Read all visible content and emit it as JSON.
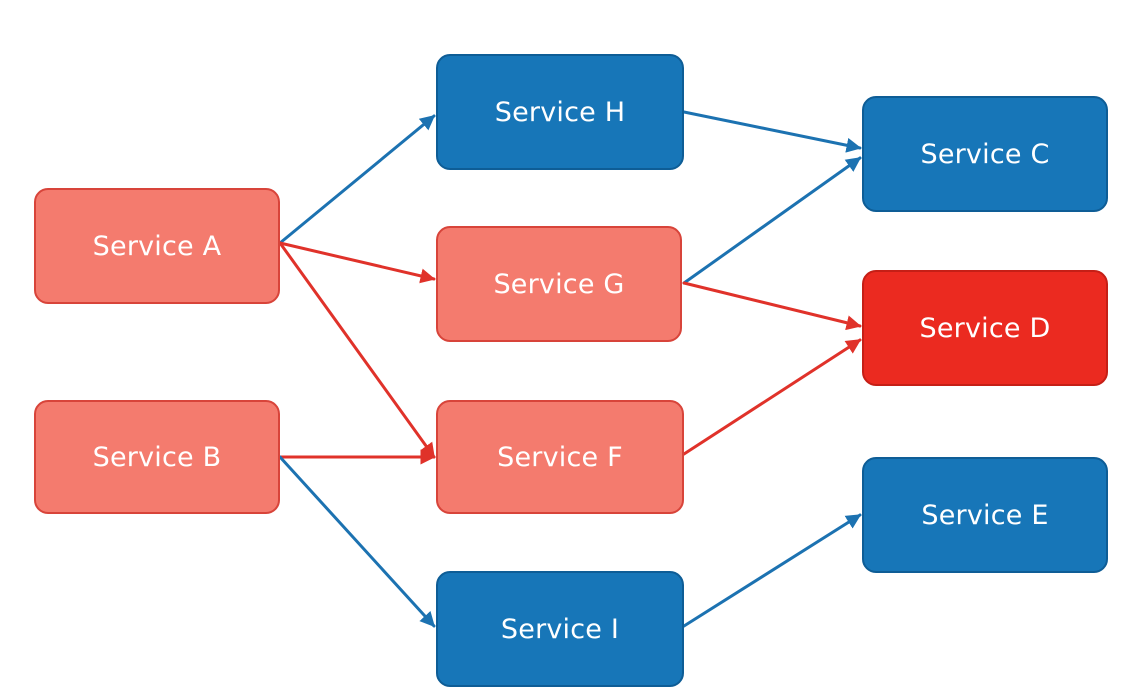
{
  "colors": {
    "healthy_fill": "#1776b8",
    "healthy_border": "#0e5d96",
    "degraded_fill": "#f47b6e",
    "degraded_border": "#d8443a",
    "failed_fill": "#eb2a20",
    "failed_border": "#c51f16",
    "healthy_edge": "#1c72b1",
    "failing_edge": "#e0322a"
  },
  "nodes": [
    {
      "id": "A",
      "label": "Service A",
      "status": "degraded"
    },
    {
      "id": "B",
      "label": "Service B",
      "status": "degraded"
    },
    {
      "id": "H",
      "label": "Service H",
      "status": "healthy"
    },
    {
      "id": "G",
      "label": "Service G",
      "status": "degraded"
    },
    {
      "id": "F",
      "label": "Service F",
      "status": "degraded"
    },
    {
      "id": "I",
      "label": "Service I",
      "status": "healthy"
    },
    {
      "id": "C",
      "label": "Service C",
      "status": "healthy"
    },
    {
      "id": "D",
      "label": "Service D",
      "status": "failed"
    },
    {
      "id": "E",
      "label": "Service E",
      "status": "healthy"
    }
  ],
  "edges": [
    {
      "from": "A",
      "to": "H",
      "status": "healthy"
    },
    {
      "from": "A",
      "to": "G",
      "status": "failing"
    },
    {
      "from": "A",
      "to": "F",
      "status": "failing"
    },
    {
      "from": "B",
      "to": "F",
      "status": "failing"
    },
    {
      "from": "B",
      "to": "I",
      "status": "healthy"
    },
    {
      "from": "H",
      "to": "C",
      "status": "healthy"
    },
    {
      "from": "G",
      "to": "C",
      "status": "healthy"
    },
    {
      "from": "G",
      "to": "D",
      "status": "failing"
    },
    {
      "from": "F",
      "to": "D",
      "status": "failing"
    },
    {
      "from": "I",
      "to": "E",
      "status": "healthy"
    }
  ]
}
